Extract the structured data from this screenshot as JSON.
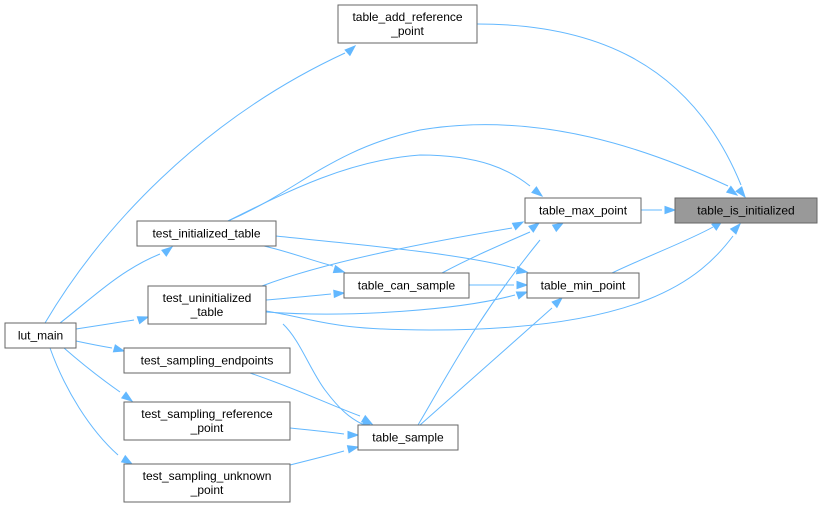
{
  "diagram": {
    "nodes": {
      "table_is_initialized": {
        "lines": [
          "table_is_initialized"
        ],
        "root": true
      },
      "table_add_reference_point": {
        "lines": [
          "table_add_reference",
          "_point"
        ]
      },
      "table_max_point": {
        "lines": [
          "table_max_point"
        ]
      },
      "table_min_point": {
        "lines": [
          "table_min_point"
        ]
      },
      "table_can_sample": {
        "lines": [
          "table_can_sample"
        ]
      },
      "table_sample": {
        "lines": [
          "table_sample"
        ]
      },
      "test_initialized_table": {
        "lines": [
          "test_initialized_table"
        ]
      },
      "test_uninitialized_table": {
        "lines": [
          "test_uninitialized",
          "_table"
        ]
      },
      "test_sampling_endpoints": {
        "lines": [
          "test_sampling_endpoints"
        ]
      },
      "test_sampling_reference_point": {
        "lines": [
          "test_sampling_reference",
          "_point"
        ]
      },
      "test_sampling_unknown_point": {
        "lines": [
          "test_sampling_unknown",
          "_point"
        ]
      },
      "lut_main": {
        "lines": [
          "lut_main"
        ]
      }
    },
    "edges": [
      {
        "from": "table_add_reference_point",
        "to": "table_is_initialized"
      },
      {
        "from": "table_max_point",
        "to": "table_is_initialized"
      },
      {
        "from": "table_min_point",
        "to": "table_is_initialized"
      },
      {
        "from": "test_initialized_table",
        "to": "table_is_initialized"
      },
      {
        "from": "test_uninitialized_table",
        "to": "table_is_initialized"
      },
      {
        "from": "table_can_sample",
        "to": "table_max_point"
      },
      {
        "from": "table_sample",
        "to": "table_max_point"
      },
      {
        "from": "test_initialized_table",
        "to": "table_max_point"
      },
      {
        "from": "test_uninitialized_table",
        "to": "table_max_point"
      },
      {
        "from": "table_can_sample",
        "to": "table_min_point"
      },
      {
        "from": "table_sample",
        "to": "table_min_point"
      },
      {
        "from": "test_initialized_table",
        "to": "table_min_point"
      },
      {
        "from": "test_uninitialized_table",
        "to": "table_min_point"
      },
      {
        "from": "test_initialized_table",
        "to": "table_can_sample"
      },
      {
        "from": "test_uninitialized_table",
        "to": "table_can_sample"
      },
      {
        "from": "test_uninitialized_table",
        "to": "table_sample"
      },
      {
        "from": "test_sampling_endpoints",
        "to": "table_sample"
      },
      {
        "from": "test_sampling_reference_point",
        "to": "table_sample"
      },
      {
        "from": "test_sampling_unknown_point",
        "to": "table_sample"
      },
      {
        "from": "lut_main",
        "to": "table_add_reference_point"
      },
      {
        "from": "lut_main",
        "to": "test_initialized_table"
      },
      {
        "from": "lut_main",
        "to": "test_uninitialized_table"
      },
      {
        "from": "lut_main",
        "to": "test_sampling_endpoints"
      },
      {
        "from": "lut_main",
        "to": "test_sampling_reference_point"
      },
      {
        "from": "lut_main",
        "to": "test_sampling_unknown_point"
      }
    ],
    "colors": {
      "edge": "#63b8ff",
      "node_border": "#666666",
      "root_fill": "#999999",
      "node_fill": "#ffffff"
    }
  }
}
